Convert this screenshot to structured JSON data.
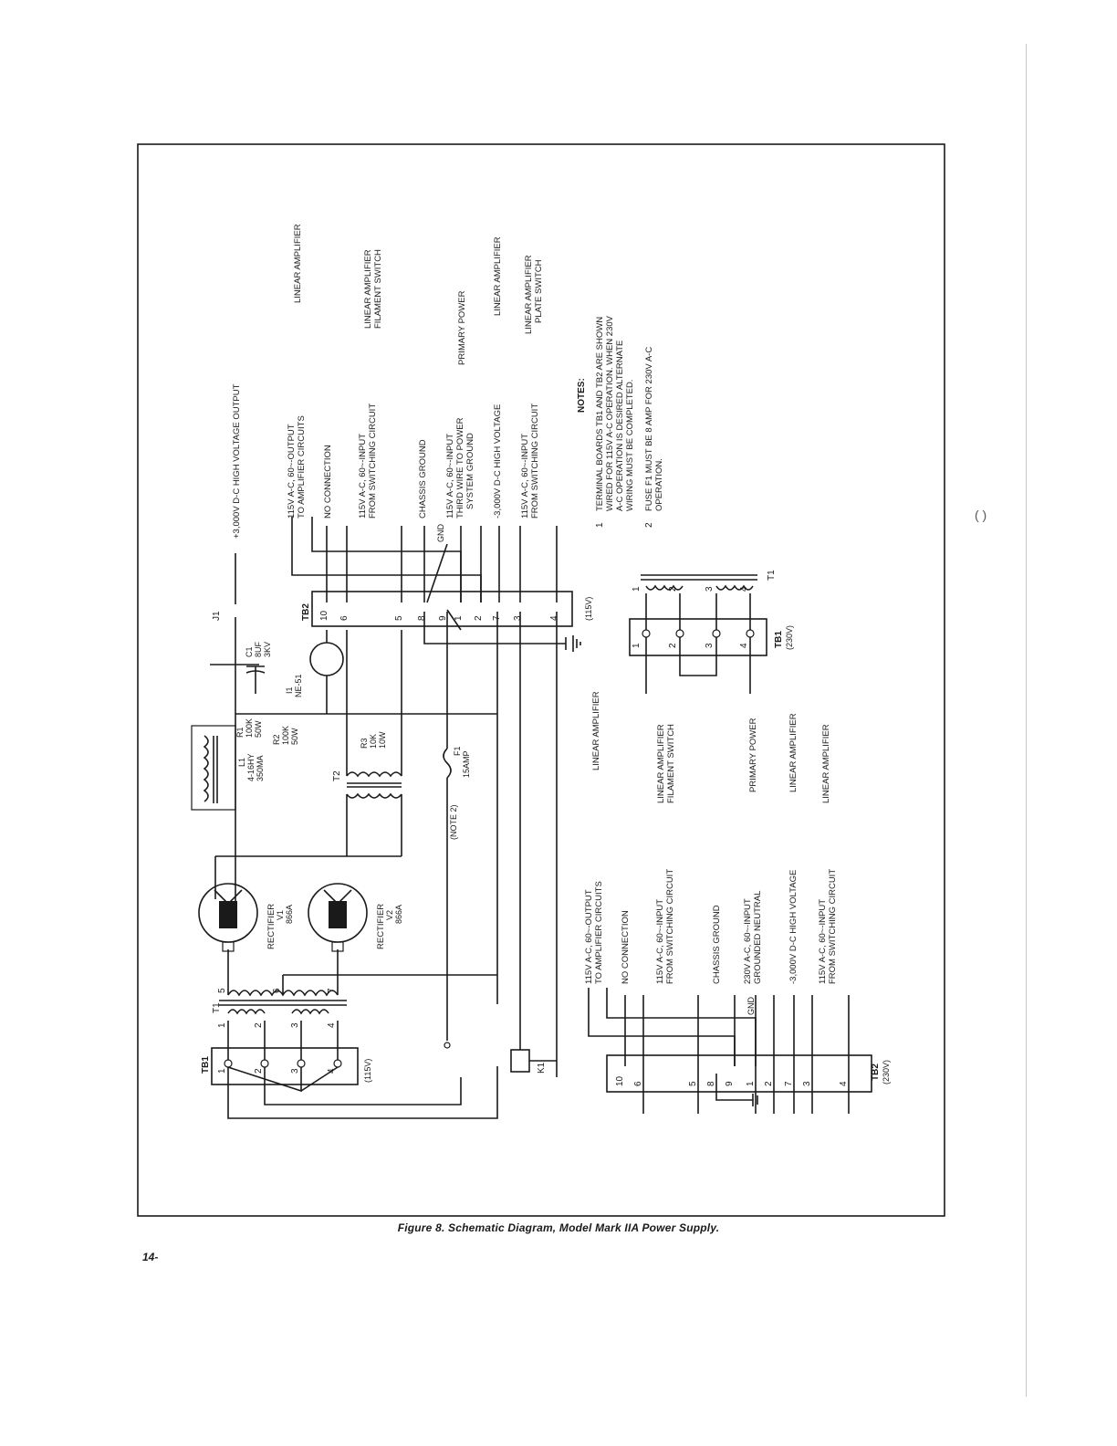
{
  "caption": "Figure 8.  Schematic Diagram, Model Mark IIA Power Supply.",
  "page_number": "14-",
  "margin_mark": "(  )",
  "output_label": "+3,000V D-C HIGH VOLTAGE OUTPUT",
  "notes": {
    "title": "NOTES:",
    "items": [
      {
        "num": "1",
        "lines": [
          "TERMINAL BOARDS TB1 AND TB2 ARE SHOWN",
          "WIRED FOR 115V A-C OPERATION. WHEN 230V",
          "A-C OPERATION IS DESIRED ALTERNATE",
          "WIRING MUST BE COMPLETED."
        ]
      },
      {
        "num": "2",
        "lines": [
          "FUSE F1 MUST BE 8 AMP FOR 230V A-C",
          "OPERATION."
        ]
      }
    ]
  },
  "tb2_115": {
    "title": "TB2",
    "sub": "(115V)",
    "terminals": [
      "10",
      "6",
      "5",
      "8",
      "9",
      "1",
      "2",
      "7",
      "3",
      "4"
    ],
    "labels": [
      [
        "115V A-C, 60~-OUTPUT",
        "TO AMPLIFIER CIRCUITS"
      ],
      [
        "NO CONNECTION"
      ],
      [
        "115V A-C, 60~-INPUT",
        "FROM SWITCHING CIRCUIT"
      ],
      [
        "CHASSIS GROUND"
      ],
      [
        "115V A-C, 60~-INPUT",
        "THIRD WIRE TO POWER",
        "SYSTEM GROUND"
      ],
      [
        "-3,000V D-C HIGH VOLTAGE"
      ],
      [
        "115V A-C, 60~-INPUT",
        "FROM SWITCHING CIRCUIT"
      ]
    ],
    "dest": [
      [
        "LINEAR AMPLIFIER"
      ],
      [
        "LINEAR AMPLIFIER",
        "FILAMENT SWITCH"
      ],
      [
        "PRIMARY POWER"
      ],
      [
        "LINEAR AMPLIFIER"
      ],
      [
        "LINEAR AMPLIFIER",
        "PLATE SWITCH"
      ]
    ],
    "gnd": "GND"
  },
  "tb2_230": {
    "title": "TB2",
    "sub": "(230V)",
    "terminals": [
      "10",
      "6",
      "5",
      "8",
      "9",
      "1",
      "2",
      "7",
      "3",
      "4"
    ],
    "labels": [
      [
        "115V A-C, 60~-OUTPUT",
        "TO AMPLIFIER CIRCUITS"
      ],
      [
        "NO CONNECTION"
      ],
      [
        "115V A-C, 60~-INPUT",
        "FROM SWITCHING CIRCUIT"
      ],
      [
        "CHASSIS GROUND"
      ],
      [
        "230V A-C, 60~-INPUT",
        "GROUNDED NEUTRAL"
      ],
      [
        "-3,000V D-C HIGH VOLTAGE"
      ],
      [
        "115V A-C, 60~-INPUT",
        "FROM SWITCHING CIRCUIT"
      ]
    ],
    "dest": [
      [
        "LINEAR AMPLIFIER"
      ],
      [
        "LINEAR AMPLIFIER",
        "FILAMENT SWITCH"
      ],
      [
        "PRIMARY POWER"
      ],
      [
        "LINEAR AMPLIFIER"
      ],
      [
        "LINEAR AMPLIFIER"
      ]
    ],
    "gnd": "GND"
  },
  "tb1_115": {
    "title": "TB1",
    "sub": "(115V)",
    "terminals": [
      "1",
      "2",
      "3",
      "4"
    ]
  },
  "tb1_230": {
    "title": "TB1",
    "sub": "(230V)",
    "terminals": [
      "1",
      "2",
      "3",
      "4"
    ]
  },
  "t1": {
    "label": "T1",
    "pri": [
      "1",
      "2",
      "3",
      "4"
    ],
    "sec": [
      "5",
      "6",
      "7"
    ]
  },
  "t1b": {
    "label": "T1",
    "pri": [
      "1",
      "2",
      "3",
      "4"
    ]
  },
  "t2": {
    "label": "T2"
  },
  "v1": {
    "name": "RECTIFIER",
    "ref": "V1",
    "type": "866A"
  },
  "v2": {
    "name": "RECTIFIER",
    "ref": "V2",
    "type": "866A"
  },
  "l1": [
    "L1",
    "4-16HY",
    "350MA"
  ],
  "r1": [
    "R1",
    "100K",
    "50W"
  ],
  "r2": [
    "R2",
    "100K",
    "50W"
  ],
  "r3": [
    "R3",
    "10K",
    "10W"
  ],
  "c1": [
    "C1",
    "8UF",
    "3KV"
  ],
  "i1": [
    "I1",
    "NE-51"
  ],
  "j1": "J1",
  "f1": [
    "F1",
    "15AMP"
  ],
  "note2": "(NOTE 2)",
  "k1": "K1"
}
